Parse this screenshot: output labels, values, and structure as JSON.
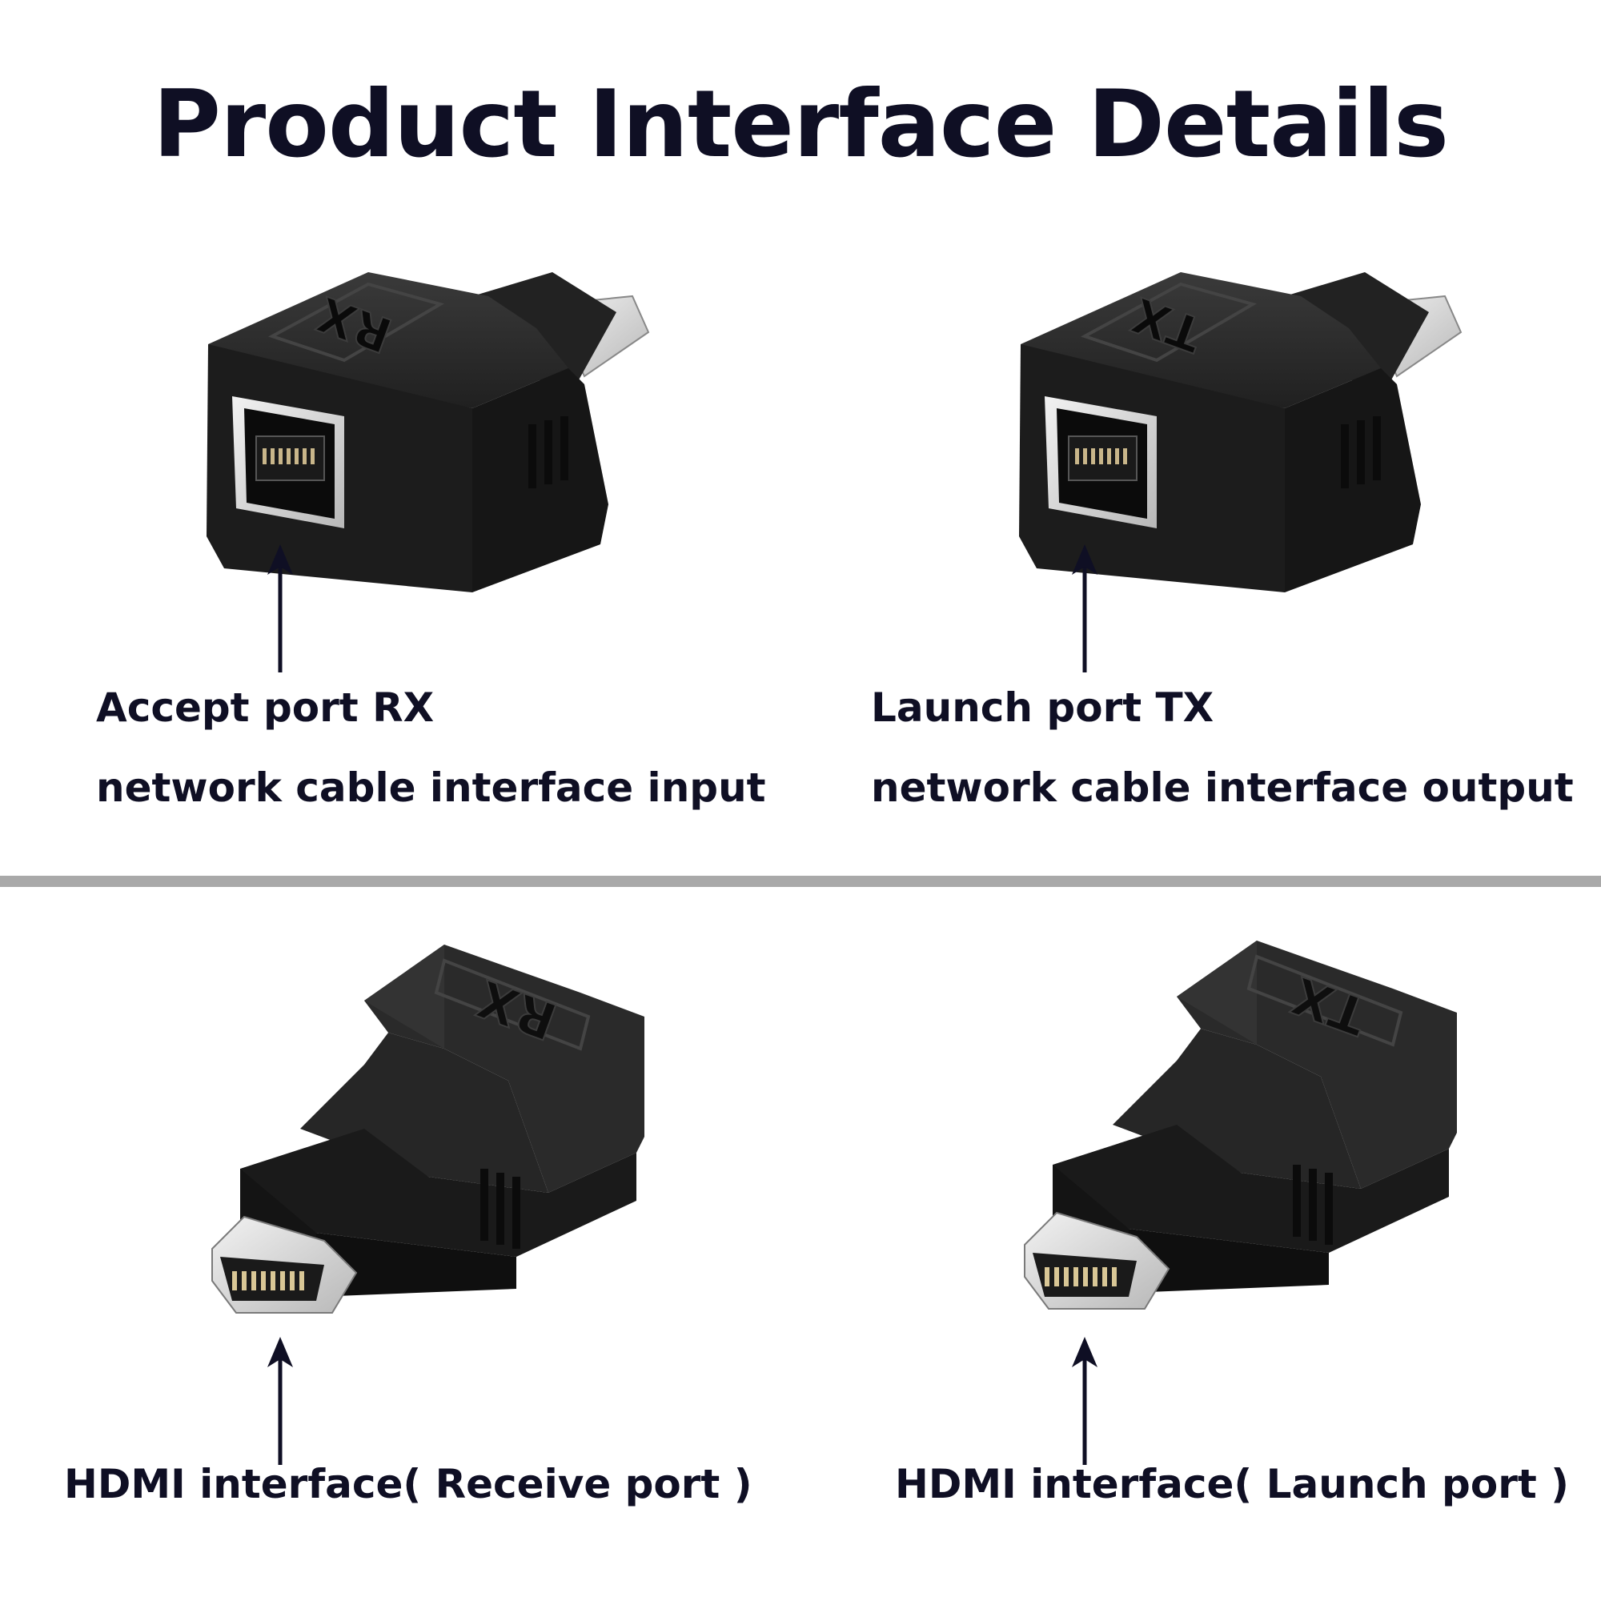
{
  "title": "Product Interface Details",
  "products": [
    {
      "id": "rx-rj45",
      "emboss": "RX",
      "line1": "Accept port RX",
      "line2": "network cable interface input"
    },
    {
      "id": "tx-rj45",
      "emboss": "TX",
      "line1": "Launch port TX",
      "line2": "network cable interface output"
    },
    {
      "id": "rx-hdmi",
      "emboss": "RX",
      "line1": "HDMI interface( Receive port )"
    },
    {
      "id": "tx-hdmi",
      "emboss": "TX",
      "line1": "HDMI interface( Launch port )"
    }
  ],
  "colors": {
    "text": "#0f0f24",
    "divider": "#a9a9a9",
    "body": "#1b1b1b",
    "metal": "#d6d6d6"
  }
}
